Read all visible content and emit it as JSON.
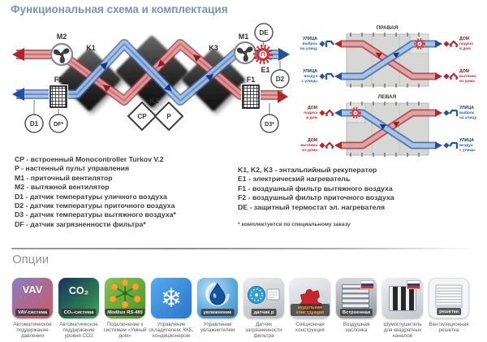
{
  "page": {
    "title": "Функциональная схема и комплектация"
  },
  "scheme": {
    "labels": {
      "m2": "M2",
      "m1": "M1",
      "k1": "K1",
      "k2": "K2",
      "k3": "K3",
      "f1": "F1",
      "f2": "F2",
      "e1": "E1",
      "de": "DE",
      "d1": "D1",
      "d2": "D2",
      "d3": "D3*",
      "df": "DF*",
      "cp": "CP",
      "p": "P"
    },
    "right_unit": {
      "title": "ПРАВАЯ",
      "ports": [
        {
          "head": "УЛИЦА",
          "line1": "выброс",
          "line2": "на улицу"
        },
        {
          "head": "УЛИЦА",
          "line1": "воздух",
          "line2": "с улицы"
        },
        {
          "head": "ДОМ",
          "line1": "подача",
          "line2": "в дом"
        },
        {
          "head": "ДОМ",
          "line1": "вытяжка",
          "line2": "из дома"
        }
      ]
    },
    "left_unit": {
      "title": "ЛЕВАЯ",
      "ports": [
        {
          "head": "ДОМ",
          "line1": "подача",
          "line2": "в дом"
        },
        {
          "head": "ДОМ",
          "line1": "вытяжка",
          "line2": "из дома"
        },
        {
          "head": "УЛИЦА",
          "line1": "выброс",
          "line2": "на улицу"
        },
        {
          "head": "УЛИЦА",
          "line1": "воздух",
          "line2": "с улицы"
        }
      ]
    }
  },
  "legend": {
    "left": [
      "CP - встроенный Monocontroller Turkov V.2",
      "P - настенный пульт управления",
      "M1 - приточный вентилятор",
      "M2 - вытяжной вентилятор",
      "D1 - датчик температуры уличного воздуха",
      "D2 - датчик температуры приточного воздуха",
      "D3 - датчик температуры вытяжного воздуха*",
      "DF - датчик загрязненности фильтра*"
    ],
    "right": [
      "K1, K2, K3 - энтальпийный рекуператор",
      "E1 - электрический нагреватель",
      "F1 - воздушный фильтр вытяжного воздуха",
      "F2 - воздушный фильтр приточного воздуха",
      "DE - защитный термостат эл. нагревателя"
    ],
    "footnote": "* комплектуется по специальному заказу"
  },
  "options": {
    "heading": "Опции",
    "items": [
      {
        "label": "VAV",
        "badge": "VAV-система",
        "caption": "Автоматическое поддержание давления"
      },
      {
        "label": "CO₂",
        "badge": "CO₂-система",
        "caption": "Автоматическое поддержание уровня CO2"
      },
      {
        "badge": "Modbus RS-485",
        "caption": "Подключение к системам «Умный дом»"
      },
      {
        "snowflake": "❄",
        "caption": "Управление охладителем, ККБ, кондиционером"
      },
      {
        "badge": "увлажнение",
        "caption": "Управление увлажнителем"
      },
      {
        "badge": "датчик p",
        "caption": "Датчик загрязненности фильтра"
      },
      {
        "badge": "модульная конструкция",
        "caption": "Секционная конструкция"
      },
      {
        "badge": "Встроенная",
        "caption": "Воздушная заслонка"
      },
      {
        "caption": "Шумоглушитель для квадратных каналов"
      },
      {
        "badge": "решетка",
        "caption": "Вентиляционная решетка"
      }
    ]
  },
  "colors": {
    "supply_blue": "#2f5fa8",
    "exhaust_red": "#a92e32",
    "title_blue": "#7b92b3",
    "heading_gray": "#8e9297"
  }
}
